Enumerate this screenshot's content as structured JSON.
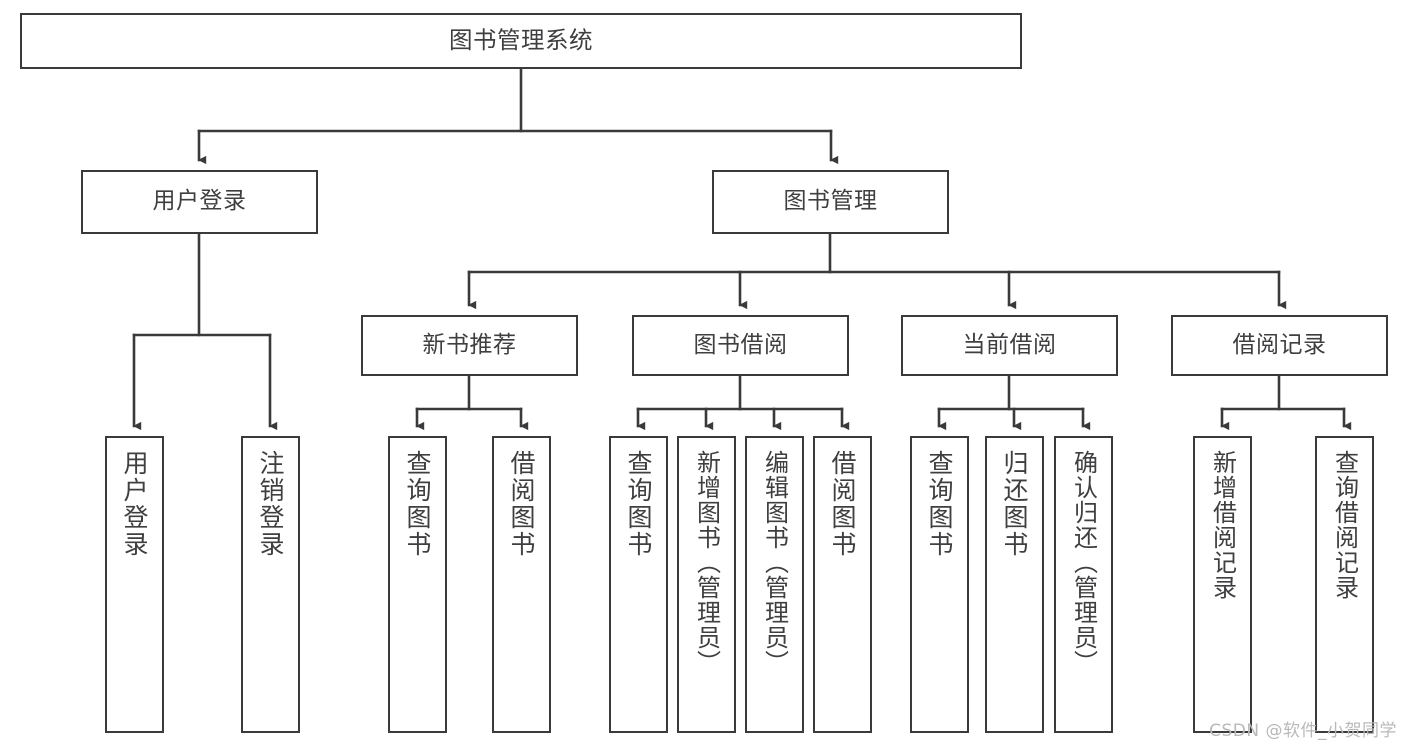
{
  "diagram": {
    "title": "图书管理系统",
    "type": "tree-hierarchy",
    "orientation": "top-down",
    "colors": {
      "background": "#ffffff",
      "stroke": "#3a3a3c",
      "text": "#3f3f41",
      "watermark": "#b9b9bb"
    }
  },
  "watermark": {
    "text": "CSDN @软件_小贺同学"
  },
  "nodes": {
    "root": {
      "label": "图书管理系统"
    },
    "level2": [
      {
        "id": "user-login",
        "label": "用户登录"
      },
      {
        "id": "book-manage",
        "label": "图书管理"
      }
    ],
    "level3": [
      {
        "id": "new-book-recommend",
        "label": "新书推荐"
      },
      {
        "id": "book-borrow",
        "label": "图书借阅"
      },
      {
        "id": "current-borrow",
        "label": "当前借阅"
      },
      {
        "id": "borrow-record",
        "label": "借阅记录"
      }
    ],
    "leaves": {
      "user-login": [
        {
          "id": "leaf-user-login",
          "label": "用户登录"
        },
        {
          "id": "leaf-user-logout",
          "label": "注销登录"
        }
      ],
      "new-book-recommend": [
        {
          "id": "leaf-query-book-1",
          "label": "查询图书"
        },
        {
          "id": "leaf-borrow-book-1",
          "label": "借阅图书"
        }
      ],
      "book-borrow": [
        {
          "id": "leaf-query-book-2",
          "label": "查询图书"
        },
        {
          "id": "leaf-add-book",
          "label": "新增图书（管理员）"
        },
        {
          "id": "leaf-edit-book",
          "label": "编辑图书（管理员）"
        },
        {
          "id": "leaf-borrow-book-2",
          "label": "借阅图书"
        }
      ],
      "current-borrow": [
        {
          "id": "leaf-query-book-3",
          "label": "查询图书"
        },
        {
          "id": "leaf-return-book",
          "label": "归还图书"
        },
        {
          "id": "leaf-confirm-return",
          "label": "确认归还（管理员）"
        }
      ],
      "borrow-record": [
        {
          "id": "leaf-add-record",
          "label": "新增借阅记录"
        },
        {
          "id": "leaf-query-record",
          "label": "查询借阅记录"
        }
      ]
    }
  }
}
